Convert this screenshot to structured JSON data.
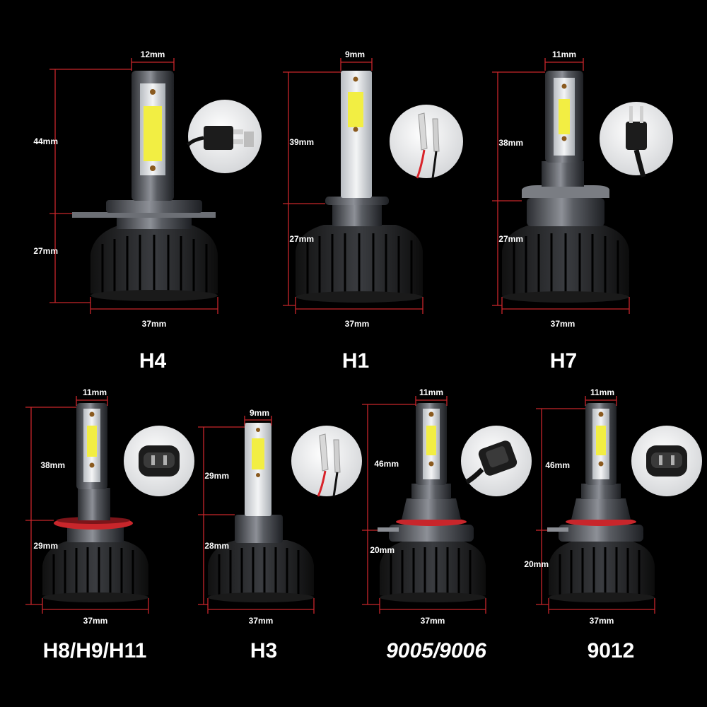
{
  "colors": {
    "background": "#000000",
    "dimension_line": "#c8262b",
    "label": "#ffffff",
    "chip": "#f2ee43",
    "seal_ring": "#c8262b"
  },
  "bulbs": [
    {
      "model": "H4",
      "dims": {
        "width_top": "12mm",
        "height_upper": "44mm",
        "height_lower": "27mm",
        "width_base": "37mm"
      },
      "connector_icon": "h4-plug-icon"
    },
    {
      "model": "H1",
      "dims": {
        "width_top": "9mm",
        "height_upper": "39mm",
        "height_lower": "27mm",
        "width_base": "37mm"
      },
      "connector_icon": "wire-terminal-icon"
    },
    {
      "model": "H7",
      "dims": {
        "width_top": "11mm",
        "height_upper": "38mm",
        "height_lower": "27mm",
        "width_base": "37mm"
      },
      "connector_icon": "h7-plug-icon"
    },
    {
      "model": "H8/H9/H11",
      "dims": {
        "width_top": "11mm",
        "height_upper": "38mm",
        "height_lower": "29mm",
        "width_base": "37mm"
      },
      "connector_icon": "h11-socket-icon"
    },
    {
      "model": "H3",
      "dims": {
        "width_top": "9mm",
        "height_upper": "29mm",
        "height_lower": "28mm",
        "width_base": "37mm"
      },
      "connector_icon": "wire-terminal-icon"
    },
    {
      "model": "9005/9006",
      "dims": {
        "width_top": "11mm",
        "height_upper": "46mm",
        "height_lower": "20mm",
        "width_base": "37mm"
      },
      "connector_icon": "9005-plug-icon"
    },
    {
      "model": "9012",
      "dims": {
        "width_top": "11mm",
        "height_upper": "46mm",
        "height_lower": "20mm",
        "width_base": "37mm"
      },
      "connector_icon": "9012-socket-icon"
    }
  ]
}
